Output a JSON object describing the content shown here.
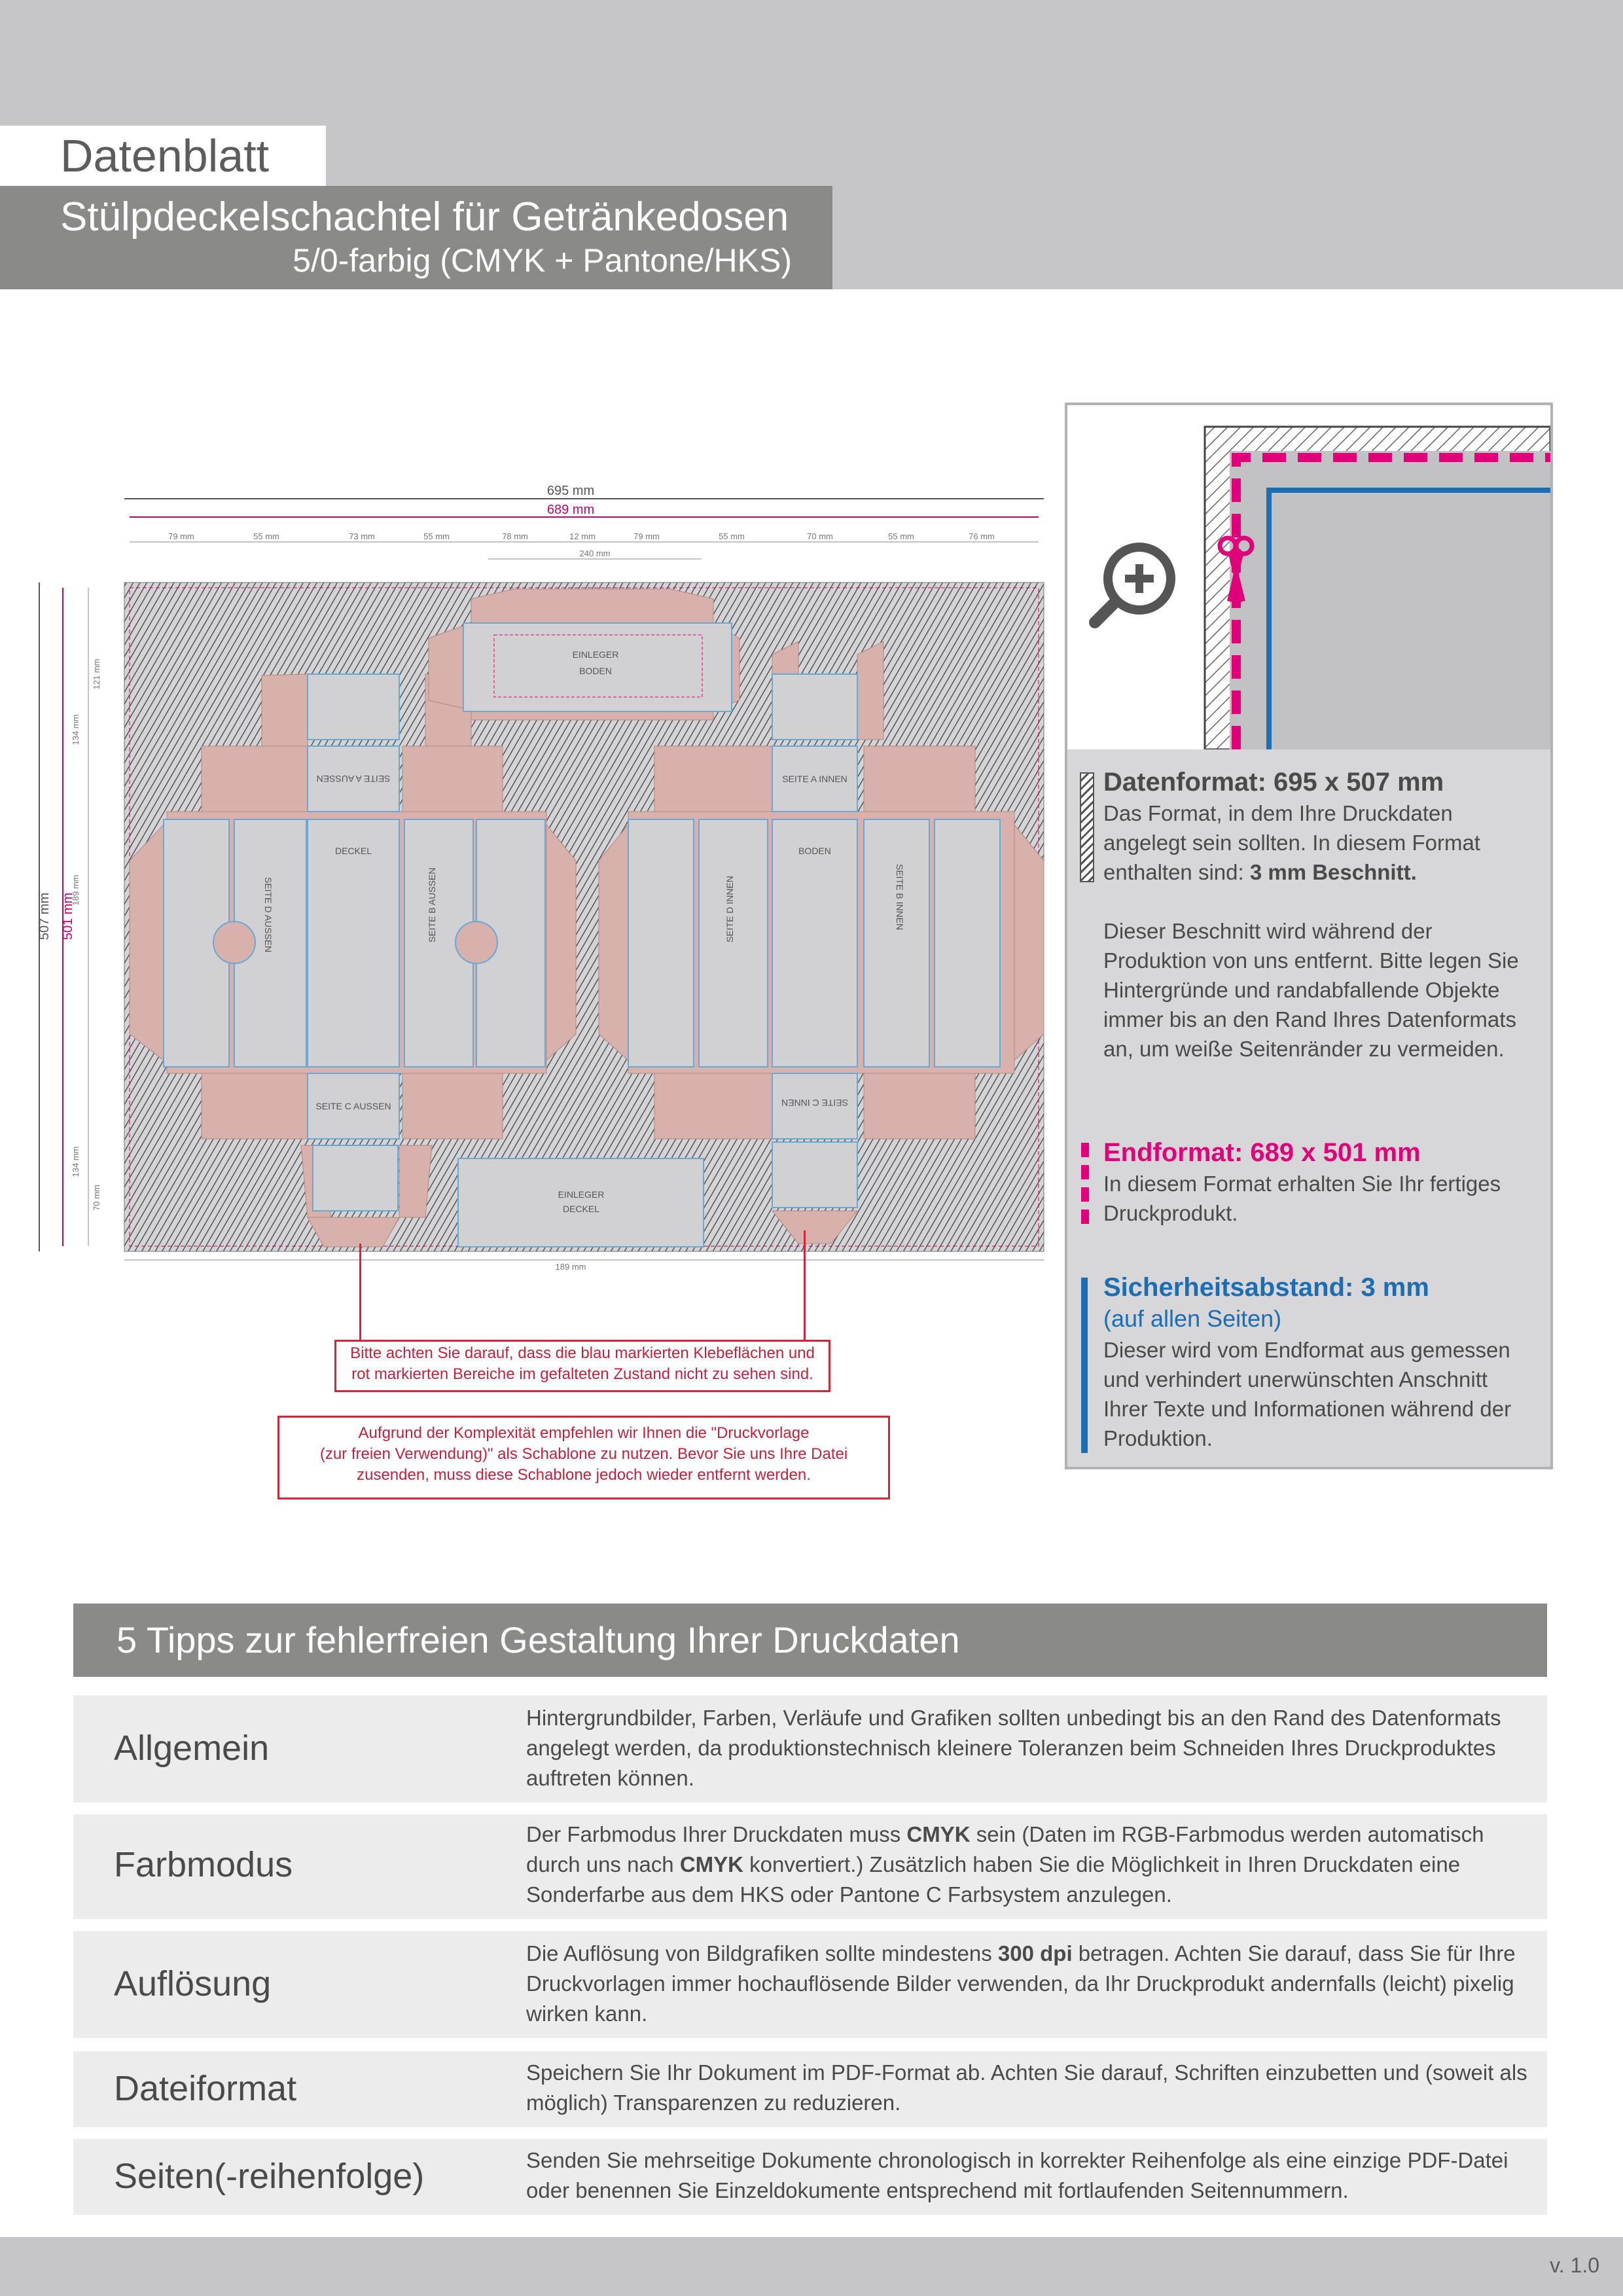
{
  "header": {
    "title": "Datenblatt",
    "subtitle": "Stülpdeckelschachtel für Getränkedosen",
    "subtitle2": "5/0-farbig (CMYK + Pantone/HKS)"
  },
  "diagram": {
    "width_total": "695 mm",
    "width_end": "689 mm",
    "height_total": "507 mm",
    "height_end": "501 mm",
    "segments": [
      "79 mm",
      "55 mm",
      "73 mm",
      "55 mm",
      "78 mm",
      "12 mm",
      "79 mm",
      "55 mm",
      "70 mm",
      "55 mm",
      "76 mm"
    ],
    "mid_width": "240 mm",
    "bottom_width": "189 mm",
    "left_dims": [
      "121 mm",
      "134 mm",
      "189 mm",
      "134 mm",
      "70 mm"
    ],
    "labels": {
      "einleger_boden_1": "EINLEGER",
      "einleger_boden_2": "BODEN",
      "einleger_deckel_1": "EINLEGER",
      "einleger_deckel_2": "DECKEL",
      "seite_a_aussen": "SEITE A AUSSEN",
      "seite_d_aussen": "SEITE D AUSSEN",
      "deckel": "DECKEL",
      "seite_b_aussen": "SEITE B AUSSEN",
      "seite_c_aussen": "SEITE C AUSSEN",
      "seite_a_innen": "SEITE A INNEN",
      "seite_d_innen": "SEITE D INNEN",
      "boden": "BODEN",
      "seite_b_innen": "SEITE B INNEN",
      "seite_c_innen": "SEITE C INNEN"
    }
  },
  "notes": {
    "note1_line1": "Bitte achten Sie darauf, dass die blau markierten Klebeflächen und",
    "note1_line2": "rot markierten Bereiche im gefalteten Zustand nicht zu sehen sind.",
    "note2_line1": "Aufgrund der Komplexität empfehlen wir Ihnen die \"Druckvorlage",
    "note2_line2": "(zur freien Verwendung)\" als Schablone zu nutzen. Bevor Sie uns Ihre Datei",
    "note2_line3": "zusenden, muss diese Schablone jedoch wieder entfernt werden."
  },
  "panel": {
    "format_title": "Datenformat: 695 x 507 mm",
    "format_body_pre": "Das Format, in dem Ihre Druckdaten angelegt sein sollten. In diesem Format enthalten sind: ",
    "format_body_bold": "3 mm Beschnitt.",
    "format_body2": "Dieser Beschnitt wird während der Produktion von uns entfernt. Bitte legen Sie Hintergründe und randabfallende Objekte immer bis an den Rand Ihres Datenformats an, um weiße Seitenränder zu vermeiden.",
    "end_title": "Endformat: 689 x 501 mm",
    "end_body": "In diesem Format erhalten Sie Ihr fertiges Druckprodukt.",
    "safe_title": "Sicherheitsabstand: 3 mm",
    "safe_sub": "(auf allen Seiten)",
    "safe_body": "Dieser wird vom Endformat aus gemessen und verhindert unerwünschten Anschnitt Ihrer Texte und Informationen während der Produktion."
  },
  "tips": {
    "title": "5 Tipps zur fehlerfreien Gestaltung Ihrer Druckdaten",
    "rows": [
      {
        "label": "Allgemein",
        "text": "Hintergrundbilder, Farben, Verläufe und Grafiken sollten unbedingt bis an den Rand des Datenformats angelegt werden, da produktionstechnisch kleinere Toleranzen beim Schneiden Ihres Druckproduktes auftreten können."
      },
      {
        "label": "Farbmodus",
        "t1": "Der Farbmodus Ihrer Druckdaten muss ",
        "b1": "CMYK",
        "t2": " sein (Daten im RGB-Farbmodus werden automatisch durch uns nach ",
        "b2": "CMYK",
        "t3": " konvertiert.) Zusätzlich haben Sie die Möglichkeit in Ihren Druckdaten eine Sonderfarbe aus dem HKS oder Pantone C Farbsystem anzulegen."
      },
      {
        "label": "Auflösung",
        "t1": "Die Auflösung von Bildgrafiken sollte mindestens ",
        "b1": "300 dpi",
        "t2": " betragen. Achten Sie darauf, dass Sie für Ihre Druckvorlagen immer hochauflösende Bilder verwenden, da Ihr Druckprodukt andernfalls (leicht) pixelig wirken kann."
      },
      {
        "label": "Dateiformat",
        "text": "Speichern Sie Ihr Dokument im PDF-Format ab. Achten Sie darauf, Schriften einzubetten und (soweit als möglich) Transparenzen zu reduzieren."
      },
      {
        "label": "Seiten(-reihenfolge)",
        "text": "Senden Sie mehrseitige Dokumente chronologisch in korrekter Reihenfolge als eine einzige PDF-Datei oder benennen Sie Einzeldokumente entsprechend mit fortlaufenden Seitennummern."
      }
    ]
  },
  "footer": {
    "version": "v. 1.0"
  },
  "colors": {
    "bleed": "#e0007a",
    "safety": "#1b6db4",
    "panel": "#d7d6d8",
    "band": "#8a8b89"
  }
}
